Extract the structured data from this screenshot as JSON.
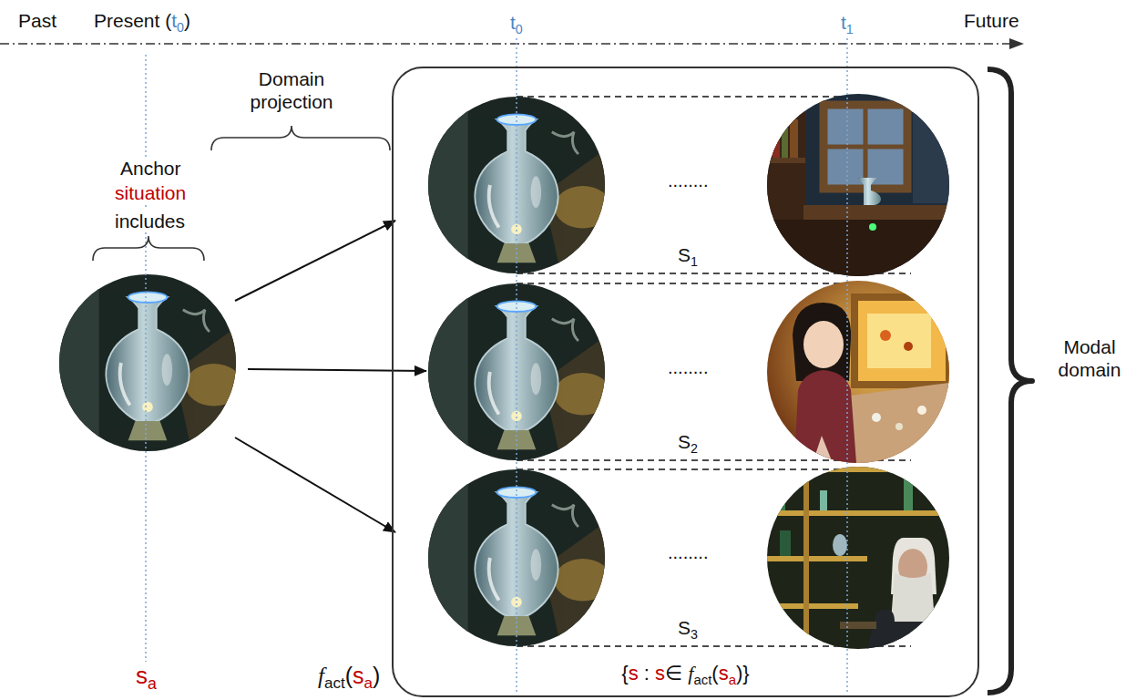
{
  "diagram": {
    "nodes": [
      {
        "text": [
          "{s : s∈ fact(sa)}"
        ]
      },
      {
        "text": [
          "S1"
        ],
        "in": 0
      },
      {
        "text": [
          "S2"
        ],
        "in": 0
      },
      {
        "text": [
          "S3"
        ],
        "in": 0
      }
    ],
    "labels": [
      "Past",
      "Present (t0)",
      "t0",
      "t1",
      "Future",
      "Domain projection",
      "Anchor",
      "situation",
      "includes",
      "........",
      "........",
      "........",
      "Modal domain",
      "sa",
      "fact(sa)"
    ]
  }
}
